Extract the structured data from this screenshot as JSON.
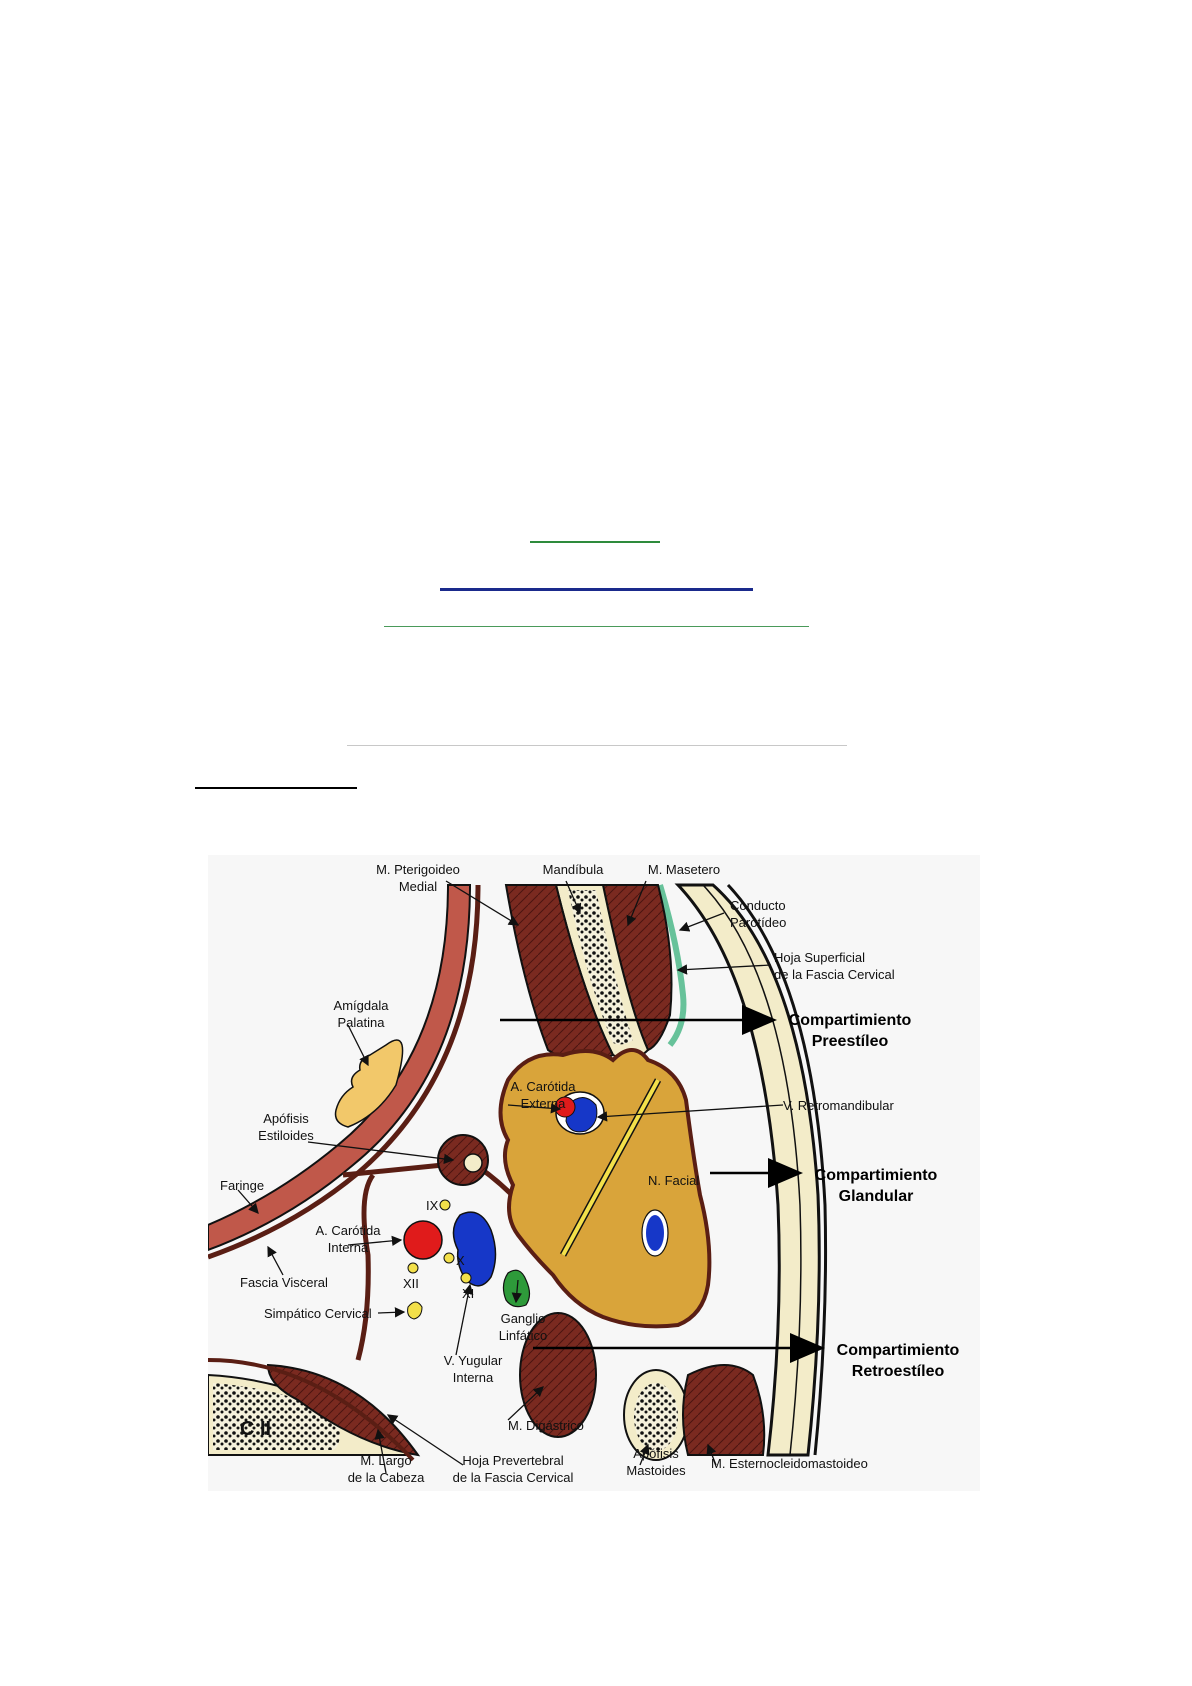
{
  "decor": {
    "rule_colors": [
      "#2e8b3c",
      "#1a2a8c",
      "#4a9a5a",
      "#c8c8c8",
      "#000000"
    ]
  },
  "figure": {
    "labels": {
      "pterigoideo": [
        "M. Pterigoideo",
        "Medial"
      ],
      "mandibula": "Mandíbula",
      "masetero": "M. Masetero",
      "conducto": [
        "Conducto",
        "Parotídeo"
      ],
      "hoja_superficial": [
        "Hoja Superficial",
        "de la Fascia Cervical"
      ],
      "amigdala": [
        "Amígdala",
        "Palatina"
      ],
      "apofisis_estiloides": [
        "Apófisis",
        "Estiloides"
      ],
      "faringe": "Faringe",
      "carotida_interna": [
        "A. Carótida",
        "Interna"
      ],
      "fascia_visceral": "Fascia Visceral",
      "simpatico": "Simpático Cervical",
      "carotida_externa": [
        "A. Carótida",
        "Externa"
      ],
      "retromandibular": "V. Retromandibular",
      "facial": "N. Facial",
      "ganglio": [
        "Ganglio",
        "Linfático"
      ],
      "yugular": [
        "V. Yugular",
        "Interna"
      ],
      "digastrico": "M. Digástrico",
      "largo_cabeza": [
        "M. Largo",
        "de la Cabeza"
      ],
      "hoja_prevertebral": [
        "Hoja Prevertebral",
        "de la Fascia Cervical"
      ],
      "apofisis_mastoides": [
        "Apófisis",
        "Mastoides"
      ],
      "esternocleido": "M. Esternocleidomastoideo",
      "vertebra": "C II",
      "nerves": {
        "ix": "IX",
        "x": "X",
        "xi": "XI",
        "xii": "XII"
      }
    },
    "compartments": {
      "preestileo": [
        "Compartimiento",
        "Preestíleo"
      ],
      "glandular": [
        "Compartimiento",
        "Glandular"
      ],
      "retroestileo": [
        "Compartimiento",
        "Retroestíleo"
      ]
    },
    "colors": {
      "muscle": "#7a2a20",
      "gland": "#d9a43a",
      "artery": "#e01b1b",
      "vein": "#1637c8",
      "nerve": "#f3e04a",
      "lymph_node": "#2e9a3a",
      "fascia": "#5a1e14",
      "bone": "#ece6c8",
      "pharynx": "#c0584a",
      "tonsil": "#f2c86a"
    }
  }
}
